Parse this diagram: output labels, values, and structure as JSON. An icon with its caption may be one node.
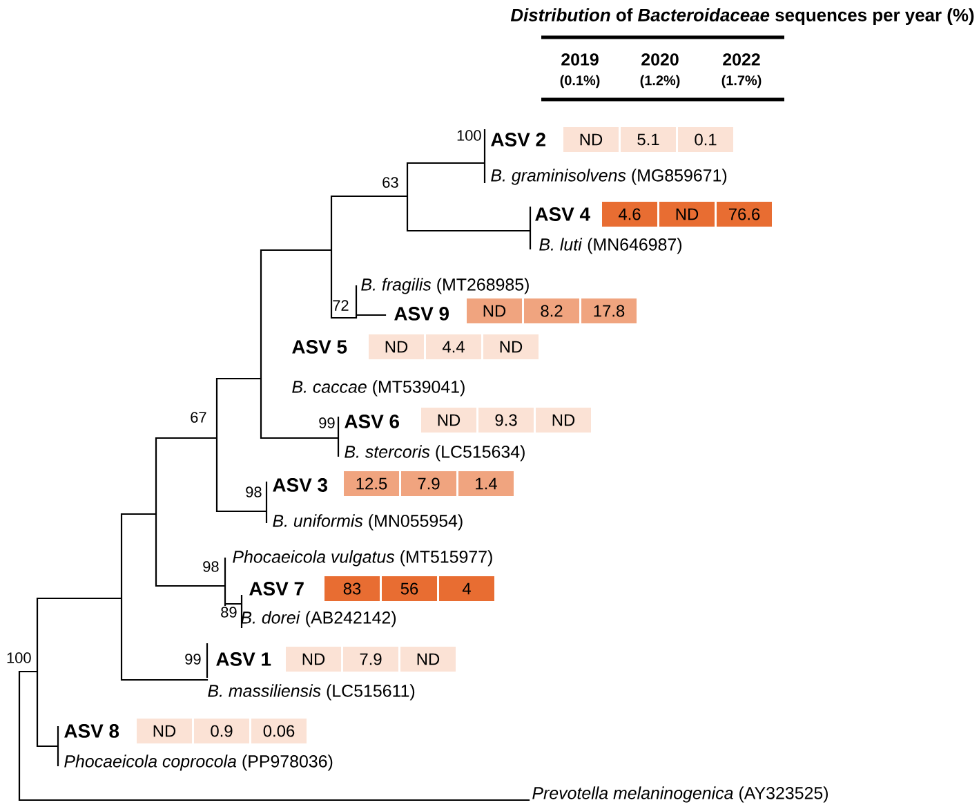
{
  "diagram": {
    "title": "*Distribution* of *Bacteroidaceae* sequences per year (%)",
    "nodes": [
      {
        "text": [
          "ND"
        ]
      },
      {
        "text": [
          "5.1"
        ]
      },
      {
        "text": [
          "0.1"
        ]
      },
      {
        "text": [
          "4.6"
        ]
      },
      {
        "text": [
          "ND"
        ]
      },
      {
        "text": [
          "76.6"
        ]
      },
      {
        "text": [
          "ND"
        ]
      },
      {
        "text": [
          "8.2"
        ]
      },
      {
        "text": [
          "17.8"
        ]
      },
      {
        "text": [
          "ND"
        ]
      },
      {
        "text": [
          "4.4"
        ]
      },
      {
        "text": [
          "ND"
        ]
      },
      {
        "text": [
          "ND"
        ]
      },
      {
        "text": [
          "9.3"
        ]
      },
      {
        "text": [
          "ND"
        ]
      },
      {
        "text": [
          "12.5"
        ]
      },
      {
        "text": [
          "7.9"
        ]
      },
      {
        "text": [
          "1.4"
        ]
      },
      {
        "text": [
          "83"
        ]
      },
      {
        "text": [
          "56"
        ]
      },
      {
        "text": [
          "4"
        ]
      },
      {
        "text": [
          "ND"
        ]
      },
      {
        "text": [
          "7.9"
        ]
      },
      {
        "text": [
          "ND"
        ]
      },
      {
        "text": [
          "ND"
        ]
      },
      {
        "text": [
          "0.9"
        ]
      },
      {
        "text": [
          "0.06"
        ]
      }
    ],
    "labels": [
      "2019",
      "2020",
      "2022",
      "(0.1%)",
      "(1.2%)",
      "(1.7%)",
      "100",
      "ASV 2",
      "*B. graminisolvens* (MG859671)",
      "63",
      "ASV 4",
      "*B. luti* (MN646987)",
      "*B. fragilis* (MT268985)",
      "72",
      "ASV 9",
      "ASV 5",
      "*B. caccae* (MT539041)",
      "67",
      "99",
      "ASV 6",
      "*B. stercoris* (LC515634)",
      "98",
      "ASV 3",
      "*B. uniformis* (MN055954)",
      "98",
      "*Phocaeicola vulgatus* (MT515977)",
      "ASV 7",
      "89",
      "*B. dorei* (AB242142)",
      "100",
      "99",
      "ASV 1",
      "*B. massiliensis* (LC515611)",
      "ASV 8",
      "*Phocaeicola coprocola* (PP978036)",
      "*Prevotella melaninogenica* (AY323525)"
    ]
  }
}
